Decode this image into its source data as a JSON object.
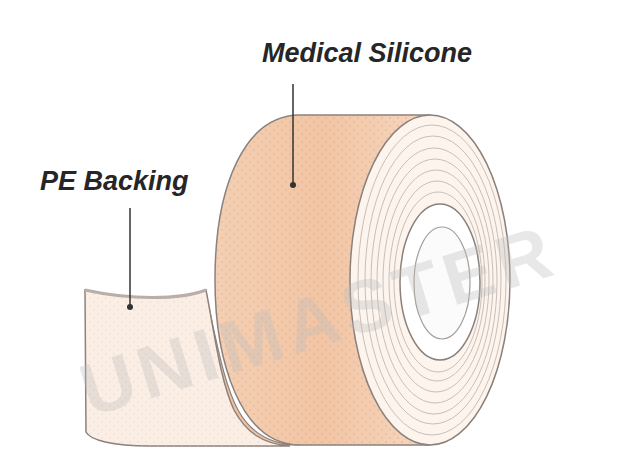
{
  "diagram": {
    "labels": [
      "Medical Silicone",
      "PE Backing",
      "UNIMASTER"
    ]
  }
}
